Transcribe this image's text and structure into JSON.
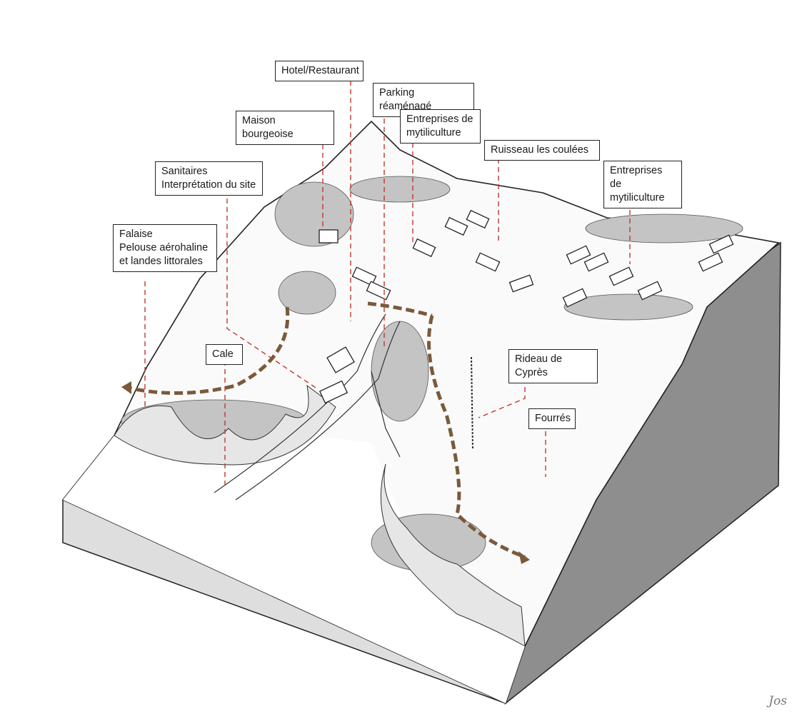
{
  "labels": {
    "hotel": "Hotel/Restaurant",
    "parking": "Parking réaménagé",
    "maison": "Maison bourgeoise",
    "mytili_1": "Entreprises de\nmytiliculture",
    "ruisseau": "Ruisseau les coulées",
    "mytili_2": "Entreprises de\nmytiliculture",
    "sanitaires": "Sanitaires\nInterprétation du site",
    "falaise": "Falaise\nPelouse aérohaline\net landes littorales",
    "cale": "Cale",
    "rideau": "Rideau de Cyprès",
    "fourres": "Fourrés"
  },
  "signature": "Jos",
  "colors": {
    "leader_line": "#c0392b",
    "trail": "#7a5a3a",
    "block_side_dark": "#8a8a8a",
    "block_side_light": "#d9d9d9",
    "vegetation": "#bdbdbd",
    "ink": "#222222"
  }
}
